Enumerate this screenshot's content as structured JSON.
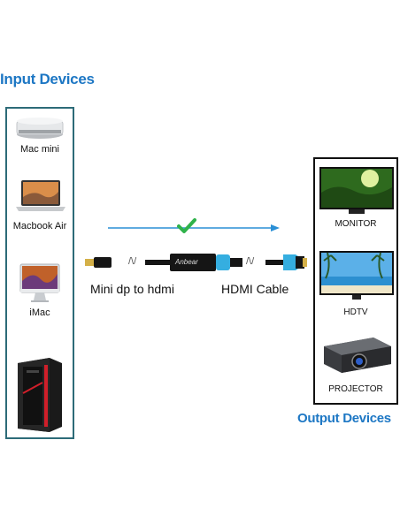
{
  "titles": {
    "input": "Input Devices",
    "output": "Output Devices"
  },
  "input_devices": [
    {
      "label": "Mac mini"
    },
    {
      "label": "Macbook Air"
    },
    {
      "label": "iMac"
    }
  ],
  "output_devices": [
    {
      "label": "MONITOR"
    },
    {
      "label": "HDTV"
    },
    {
      "label": "PROJECTOR"
    }
  ],
  "cable": {
    "left_label": "Mini dp to hdmi",
    "right_label": "HDMI Cable",
    "brand": "Anbear",
    "break_mark": "/\\/"
  },
  "colors": {
    "title": "#1d77c4",
    "arrow": "#2a8fd6",
    "check": "#2fb24a",
    "box_input": "#2d6b78",
    "cable_blue": "#35aee0"
  },
  "icons": [
    "mac-mini-icon",
    "laptop-icon",
    "imac-icon",
    "pc-tower-icon",
    "monitor-icon",
    "tv-icon",
    "projector-icon",
    "checkmark-icon"
  ]
}
